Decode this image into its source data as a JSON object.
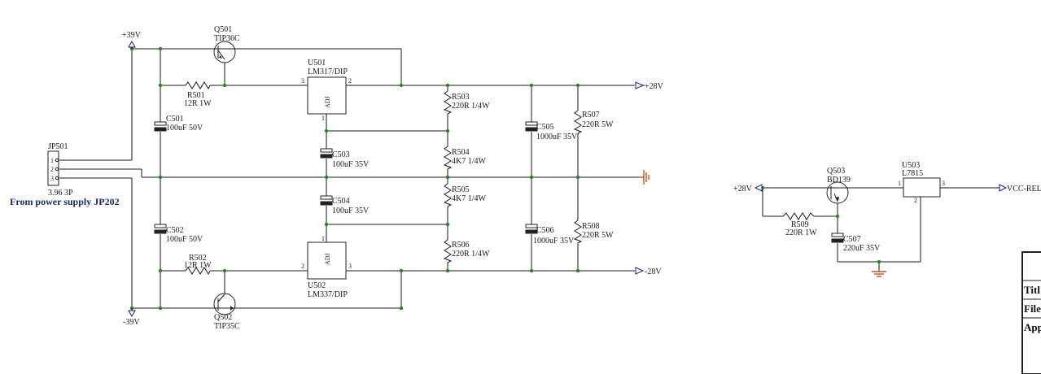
{
  "nets": {
    "p39": "+39V",
    "m39": "-39V",
    "p28_out": "+28V",
    "m28_out": "-28V",
    "p28_in": "+28V",
    "vcc_rel": "VCC-REL"
  },
  "components": {
    "q501": {
      "ref": "Q501",
      "value": "TIP36C"
    },
    "q502": {
      "ref": "Q502",
      "value": "TIP35C"
    },
    "q503": {
      "ref": "Q503",
      "value": "BD139"
    },
    "u501": {
      "ref": "U501",
      "value": "LM317/DIP",
      "adj": "ADJ",
      "pin_in": "3",
      "pin_out": "2",
      "pin_adj": "1"
    },
    "u502": {
      "ref": "U502",
      "value": "LM337/DIP",
      "adj": "ADJ",
      "pin_in": "2",
      "pin_out": "3",
      "pin_adj": "1"
    },
    "u503": {
      "ref": "U503",
      "value": "L7815",
      "pin_in": "1",
      "pin_out": "3",
      "pin_gnd": "2"
    },
    "r501": {
      "ref": "R501",
      "value": "12R 1W"
    },
    "r502": {
      "ref": "R502",
      "value": "12R 1W"
    },
    "r503": {
      "ref": "R503",
      "value": "220R 1/4W"
    },
    "r504": {
      "ref": "R504",
      "value": "4K7 1/4W"
    },
    "r505": {
      "ref": "R505",
      "value": "4K7 1/4W"
    },
    "r506": {
      "ref": "R506",
      "value": "220R 1/4W"
    },
    "r507": {
      "ref": "R507",
      "value": "220R 5W"
    },
    "r508": {
      "ref": "R508",
      "value": "220R 5W"
    },
    "r509": {
      "ref": "R509",
      "value": "220R 1W"
    },
    "c501": {
      "ref": "C501",
      "value": "100uF 50V"
    },
    "c502": {
      "ref": "C502",
      "value": "100uF 50V"
    },
    "c503": {
      "ref": "C503",
      "value": "100uF 35V"
    },
    "c504": {
      "ref": "C504",
      "value": "100uF 35V"
    },
    "c505": {
      "ref": "C505",
      "value": "1000uF 35V"
    },
    "c506": {
      "ref": "C506",
      "value": "1000uF 35V"
    },
    "c507": {
      "ref": "C507",
      "value": "220uF 35V"
    },
    "jp501": {
      "ref": "JP501",
      "value": "3.96 3P",
      "pins": [
        "1",
        "2",
        "3"
      ]
    }
  },
  "annotation": "From power supply JP202",
  "title_block": {
    "title": "Titl",
    "file": "File",
    "approved": "App"
  }
}
